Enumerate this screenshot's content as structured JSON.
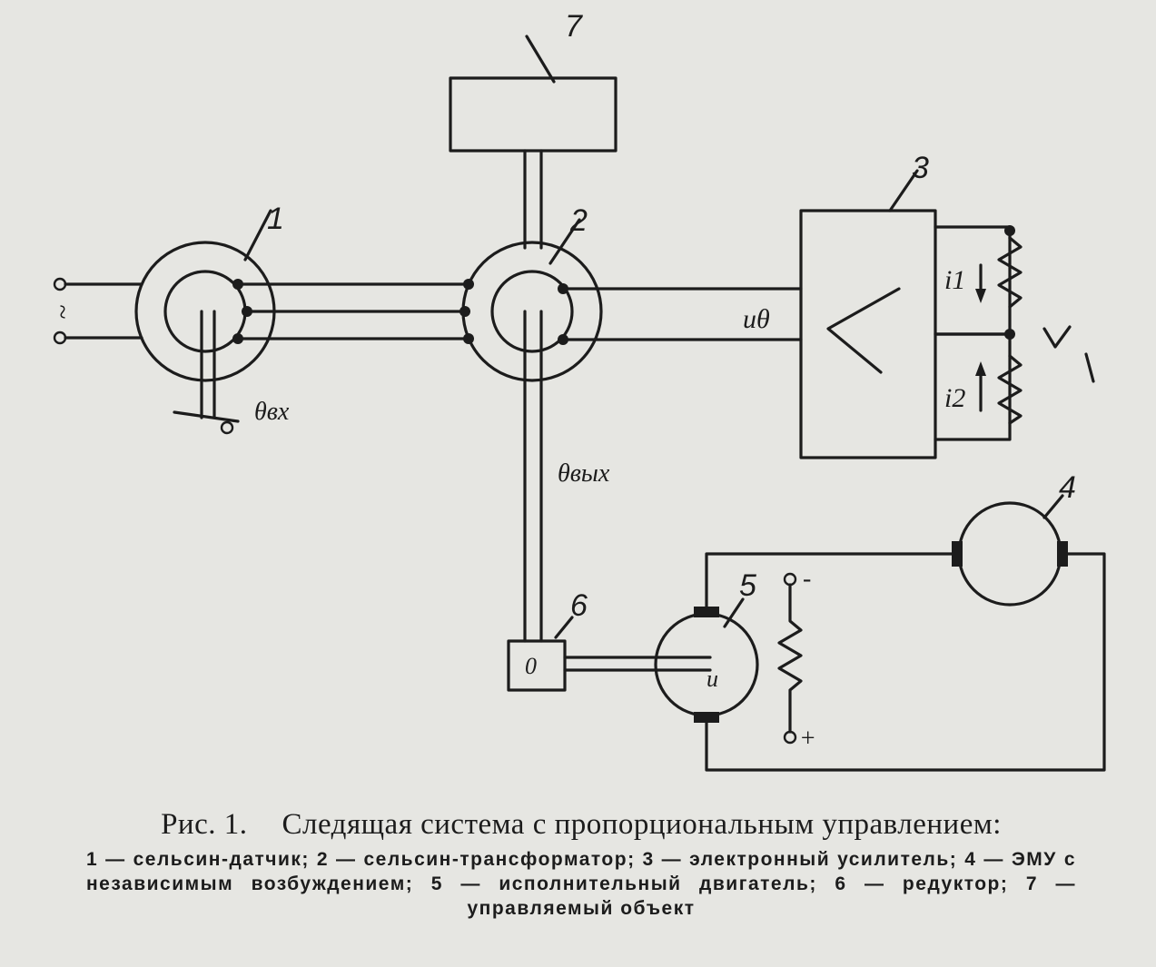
{
  "diagram": {
    "component_numbers": {
      "selsyn_sensor": "1",
      "selsyn_transformer": "2",
      "amplifier": "3",
      "emu": "4",
      "motor": "5",
      "reducer": "6",
      "controlled_object": "7"
    },
    "signal_labels": {
      "input_angle": "θвх",
      "output_angle": "θвых",
      "error_voltage": "uθ",
      "current_1": "i1",
      "current_2": "i2",
      "supply_symbol": "~",
      "motor_terminal": "u",
      "field_minus": "-",
      "field_plus": "+"
    }
  },
  "caption": {
    "figure": "Рис. 1.",
    "title": "Следящая система с пропорциональным управлением:",
    "legend": "1 — сельсин-датчик; 2 — сельсин-трансформатор; 3 — электронный усилитель; 4 — ЭМУ с независимым возбуждением; 5 — исполнительный двигатель; 6 — редуктор; 7 — управляемый объект"
  }
}
